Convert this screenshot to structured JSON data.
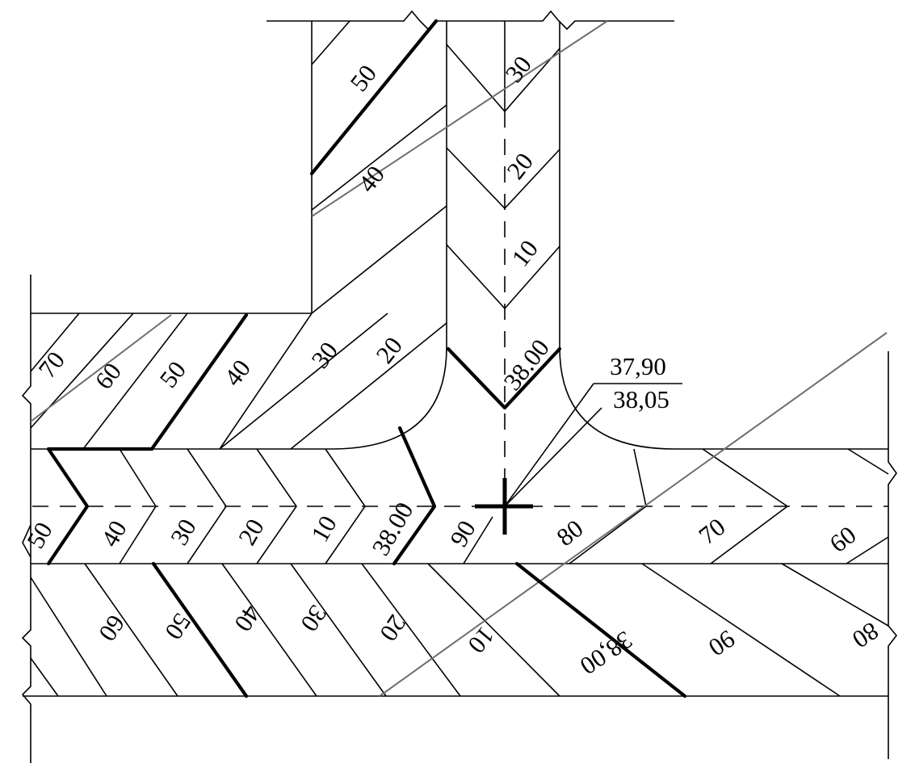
{
  "diagram": {
    "contour_labels": [
      {
        "id": "top-50",
        "text": "50"
      },
      {
        "id": "top-40",
        "text": "40"
      },
      {
        "id": "top-30",
        "text": "30"
      },
      {
        "id": "top-20",
        "text": "20"
      },
      {
        "id": "top-10",
        "text": "10"
      },
      {
        "id": "top-3800",
        "text": "38.00"
      },
      {
        "id": "left-70",
        "text": "70"
      },
      {
        "id": "left-60",
        "text": "60"
      },
      {
        "id": "left-50",
        "text": "50"
      },
      {
        "id": "left-40",
        "text": "40"
      },
      {
        "id": "left-30",
        "text": "30"
      },
      {
        "id": "left-20",
        "text": "20"
      },
      {
        "id": "road-50",
        "text": "50"
      },
      {
        "id": "road-40",
        "text": "40"
      },
      {
        "id": "road-30",
        "text": "30"
      },
      {
        "id": "road-20",
        "text": "20"
      },
      {
        "id": "road-10",
        "text": "10"
      },
      {
        "id": "road-3800",
        "text": "38.00"
      },
      {
        "id": "road-90",
        "text": "90"
      },
      {
        "id": "road-80",
        "text": "80"
      },
      {
        "id": "road-70",
        "text": "70"
      },
      {
        "id": "road-60",
        "text": "60"
      },
      {
        "id": "bottom-60",
        "text": "60"
      },
      {
        "id": "bottom-50",
        "text": "50"
      },
      {
        "id": "bottom-40",
        "text": "40"
      },
      {
        "id": "bottom-30",
        "text": "30"
      },
      {
        "id": "bottom-20",
        "text": "20"
      },
      {
        "id": "bottom-10",
        "text": "10"
      },
      {
        "id": "bottom-3800",
        "text": "38,00"
      },
      {
        "id": "bottom-90",
        "text": "90"
      },
      {
        "id": "bottom-80",
        "text": "80"
      }
    ],
    "elevation_callout": {
      "design": "37,90",
      "existing": "38,05"
    }
  }
}
